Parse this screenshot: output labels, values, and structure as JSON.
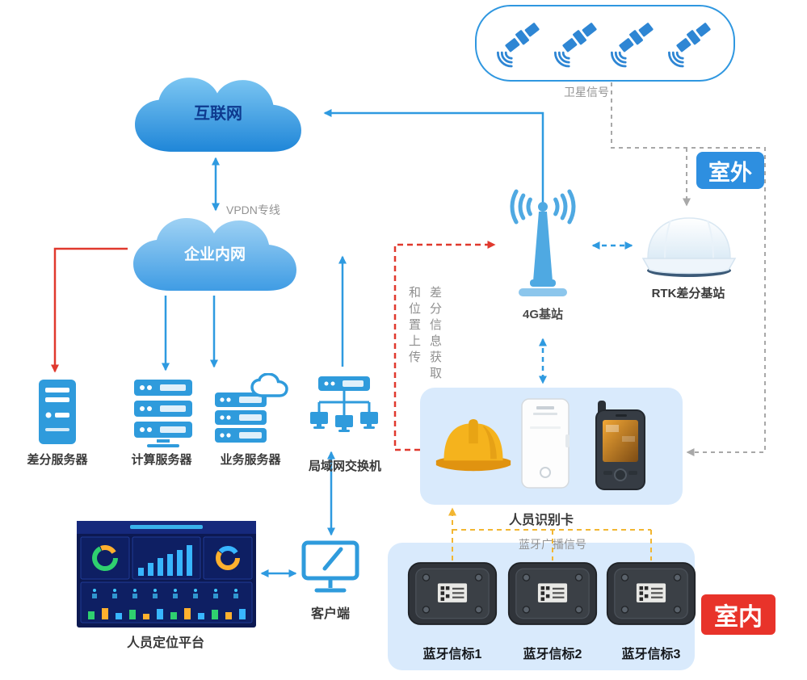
{
  "zones": {
    "outdoor_badge": "室外",
    "indoor_badge": "室内"
  },
  "nodes": {
    "internet_cloud": "互联网",
    "intranet_cloud": "企业内网",
    "g4_station": "4G基站",
    "rtk_base": "RTK差分基站",
    "diff_server": "差分服务器",
    "compute_server": "计算服务器",
    "business_server": "业务服务器",
    "lan_switch": "局域网交换机",
    "positioning_platform": "人员定位平台",
    "client": "客户端",
    "person_card": "人员识别卡",
    "beacons": [
      "蓝牙信标1",
      "蓝牙信标2",
      "蓝牙信标3"
    ]
  },
  "link_labels": {
    "satellite_signal": "卫星信号",
    "vpdn_line": "VPDN专线",
    "bt_broadcast": "蓝牙广播信号",
    "diff_info_acquire": "差分信息获取",
    "and_position_upload": "和位置上传"
  },
  "colors": {
    "arrow_blue": "#2e9ae0",
    "arrow_red": "#e0392e",
    "dash_gray": "#a8a8a8",
    "dash_yellow": "#f2b632",
    "zone_outdoor_bg": "#2e8fe0",
    "zone_indoor_bg": "#e8332a",
    "panel_bg": "#d9eafc",
    "icon_blue": "#2f9bdc",
    "cloud_blue": "#2b8fdd",
    "helmet_yellow": "#f5b31d"
  }
}
